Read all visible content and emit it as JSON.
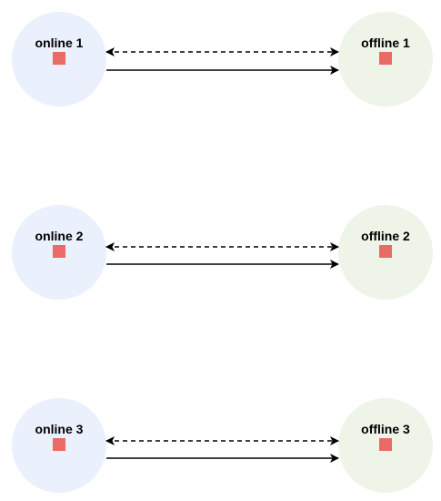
{
  "colors": {
    "online_fill": "#eaf0fc",
    "offline_fill": "#eef4e8",
    "marker": "#ea6b66",
    "arrow": "#000000"
  },
  "rows": [
    {
      "online": {
        "label": "online 1"
      },
      "offline": {
        "label": "offline 1"
      },
      "links": [
        {
          "style": "dashed",
          "direction": "both"
        },
        {
          "style": "solid",
          "direction": "to-offline"
        }
      ]
    },
    {
      "online": {
        "label": "online 2"
      },
      "offline": {
        "label": "offline 2"
      },
      "links": [
        {
          "style": "dashed",
          "direction": "both"
        },
        {
          "style": "solid",
          "direction": "to-offline"
        }
      ]
    },
    {
      "online": {
        "label": "online 3"
      },
      "offline": {
        "label": "offline 3"
      },
      "links": [
        {
          "style": "dashed",
          "direction": "both"
        },
        {
          "style": "solid",
          "direction": "to-offline"
        }
      ]
    }
  ]
}
